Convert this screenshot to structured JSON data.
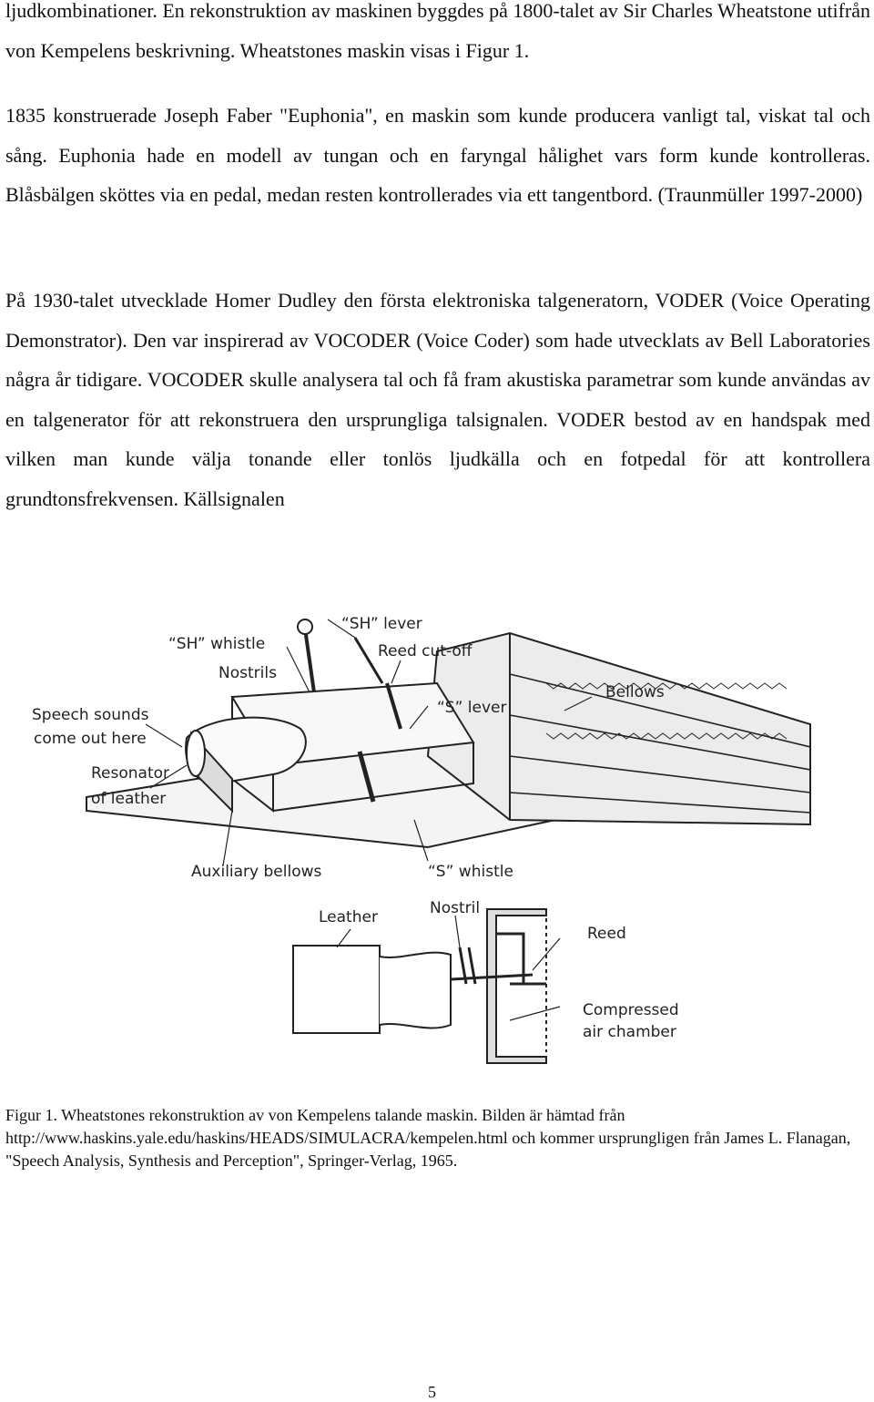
{
  "paragraphs": [
    "ljudkombinationer. En rekonstruktion av maskinen byggdes på 1800-talet av Sir Charles Wheatstone utifrån von Kempelens beskrivning. Wheatstones maskin visas i Figur 1.",
    "1835 konstruerade Joseph Faber \"Euphonia\", en maskin som kunde producera vanligt tal, viskat tal och sång. Euphonia hade en modell av tungan och en faryngal hålighet vars form kunde kontrolleras. Blåsbälgen sköttes via en pedal, medan resten kontrollerades via ett tangentbord. (Traunmüller 1997-2000)",
    "På 1930-talet utvecklade Homer Dudley den första elektroniska talgeneratorn, VODER (Voice Operating Demonstrator). Den var inspirerad av VOCODER (Voice Coder) som hade utvecklats av Bell Laboratories några år tidigare. VOCODER skulle analysera tal och få fram akustiska parametrar som kunde användas av en talgenerator för att rekonstruera den ursprungliga talsignalen. VODER bestod av en handspak med vilken man kunde välja tonande eller tonlös ljudkälla och en fotpedal för att kontrollera grundtonsfrekvensen. Källsignalen"
  ],
  "figure": {
    "labels": {
      "sh_lever": "“SH” lever",
      "sh_whistle": "“SH” whistle",
      "reed_cutoff": "Reed cut-off",
      "nostrils": "Nostrils",
      "s_lever": "“S” lever",
      "bellows": "Bellows",
      "speech_sounds_1": "Speech sounds",
      "speech_sounds_2": "come out here",
      "resonator_1": "Resonator",
      "resonator_2": "of leather",
      "auxiliary_bellows": "Auxiliary bellows",
      "s_whistle": "“S” whistle",
      "leather": "Leather",
      "nostril": "Nostril",
      "reed": "Reed",
      "compressed_1": "Compressed",
      "compressed_2": "air chamber"
    }
  },
  "caption": "Figur 1. Wheatstones rekonstruktion av von Kempelens talande maskin. Bilden är hämtad från http://www.haskins.yale.edu/haskins/HEADS/SIMULACRA/kempelen.html och kommer ursprungligen från James L. Flanagan, \"Speech Analysis, Synthesis and Perception\", Springer-Verlag, 1965.",
  "page_number": "5"
}
